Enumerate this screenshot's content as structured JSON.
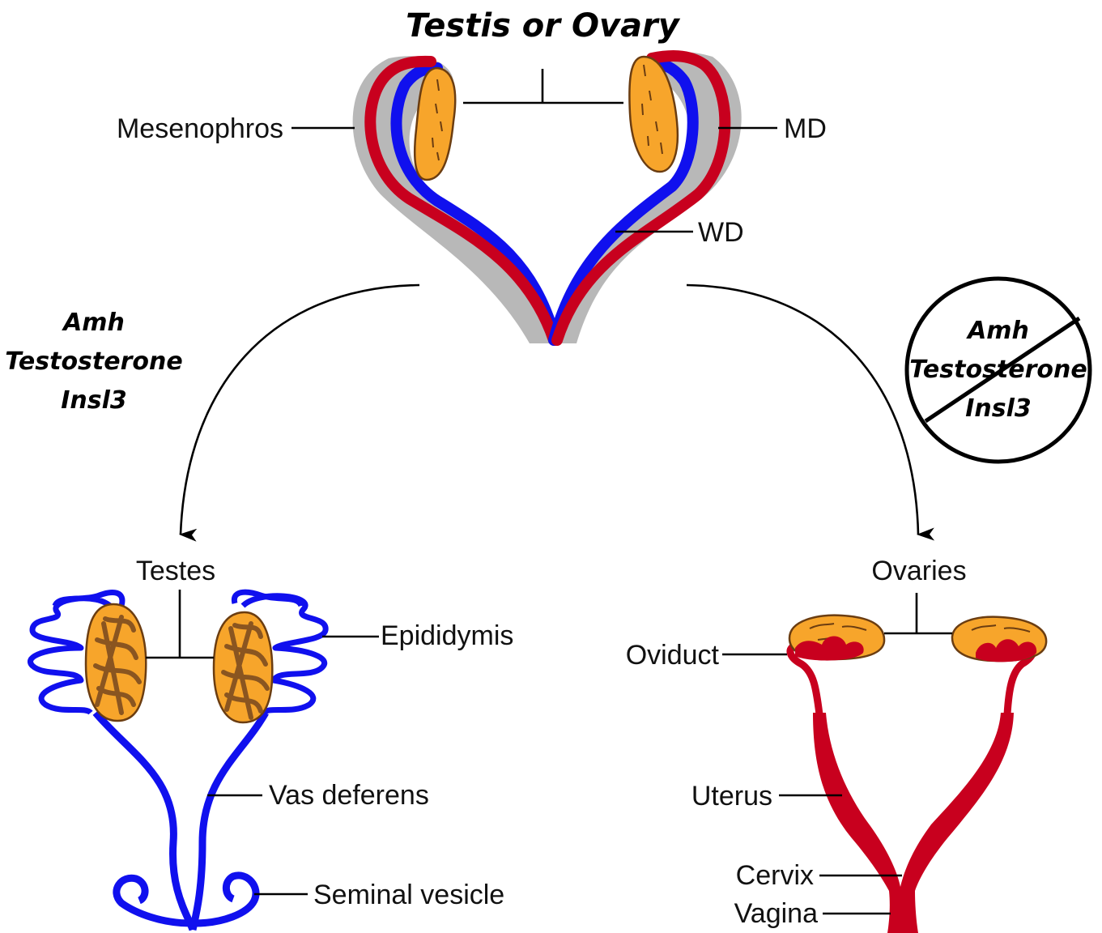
{
  "title": "Testis or Ovary",
  "colors": {
    "mullerian_duct": "#c8001e",
    "wolffian_duct": "#1010ee",
    "gonad": "#f7a52b",
    "gonad_outline": "#6b3d11",
    "testis_lobule": "#8a5520",
    "mesonephros": "#b8b8b8",
    "line": "#000000"
  },
  "labels": {
    "mesonephros": "Mesenophros",
    "md": "MD",
    "wd": "WD",
    "testes": "Testes",
    "epididymis": "Epididymis",
    "vas_deferens": "Vas deferens",
    "seminal_vesicle": "Seminal vesicle",
    "ovaries": "Ovaries",
    "oviduct": "Oviduct",
    "uterus": "Uterus",
    "cervix": "Cervix",
    "vagina": "Vagina"
  },
  "male_factors": [
    "Amh",
    "Testosterone",
    "Insl3"
  ],
  "female_factors": [
    "Amh",
    "Testosterone",
    "Insl3"
  ],
  "icons": {
    "left_arrow": "curved-arrow-down-left",
    "right_arrow": "curved-arrow-down-right",
    "absent_sign": "prohibition-circle"
  }
}
